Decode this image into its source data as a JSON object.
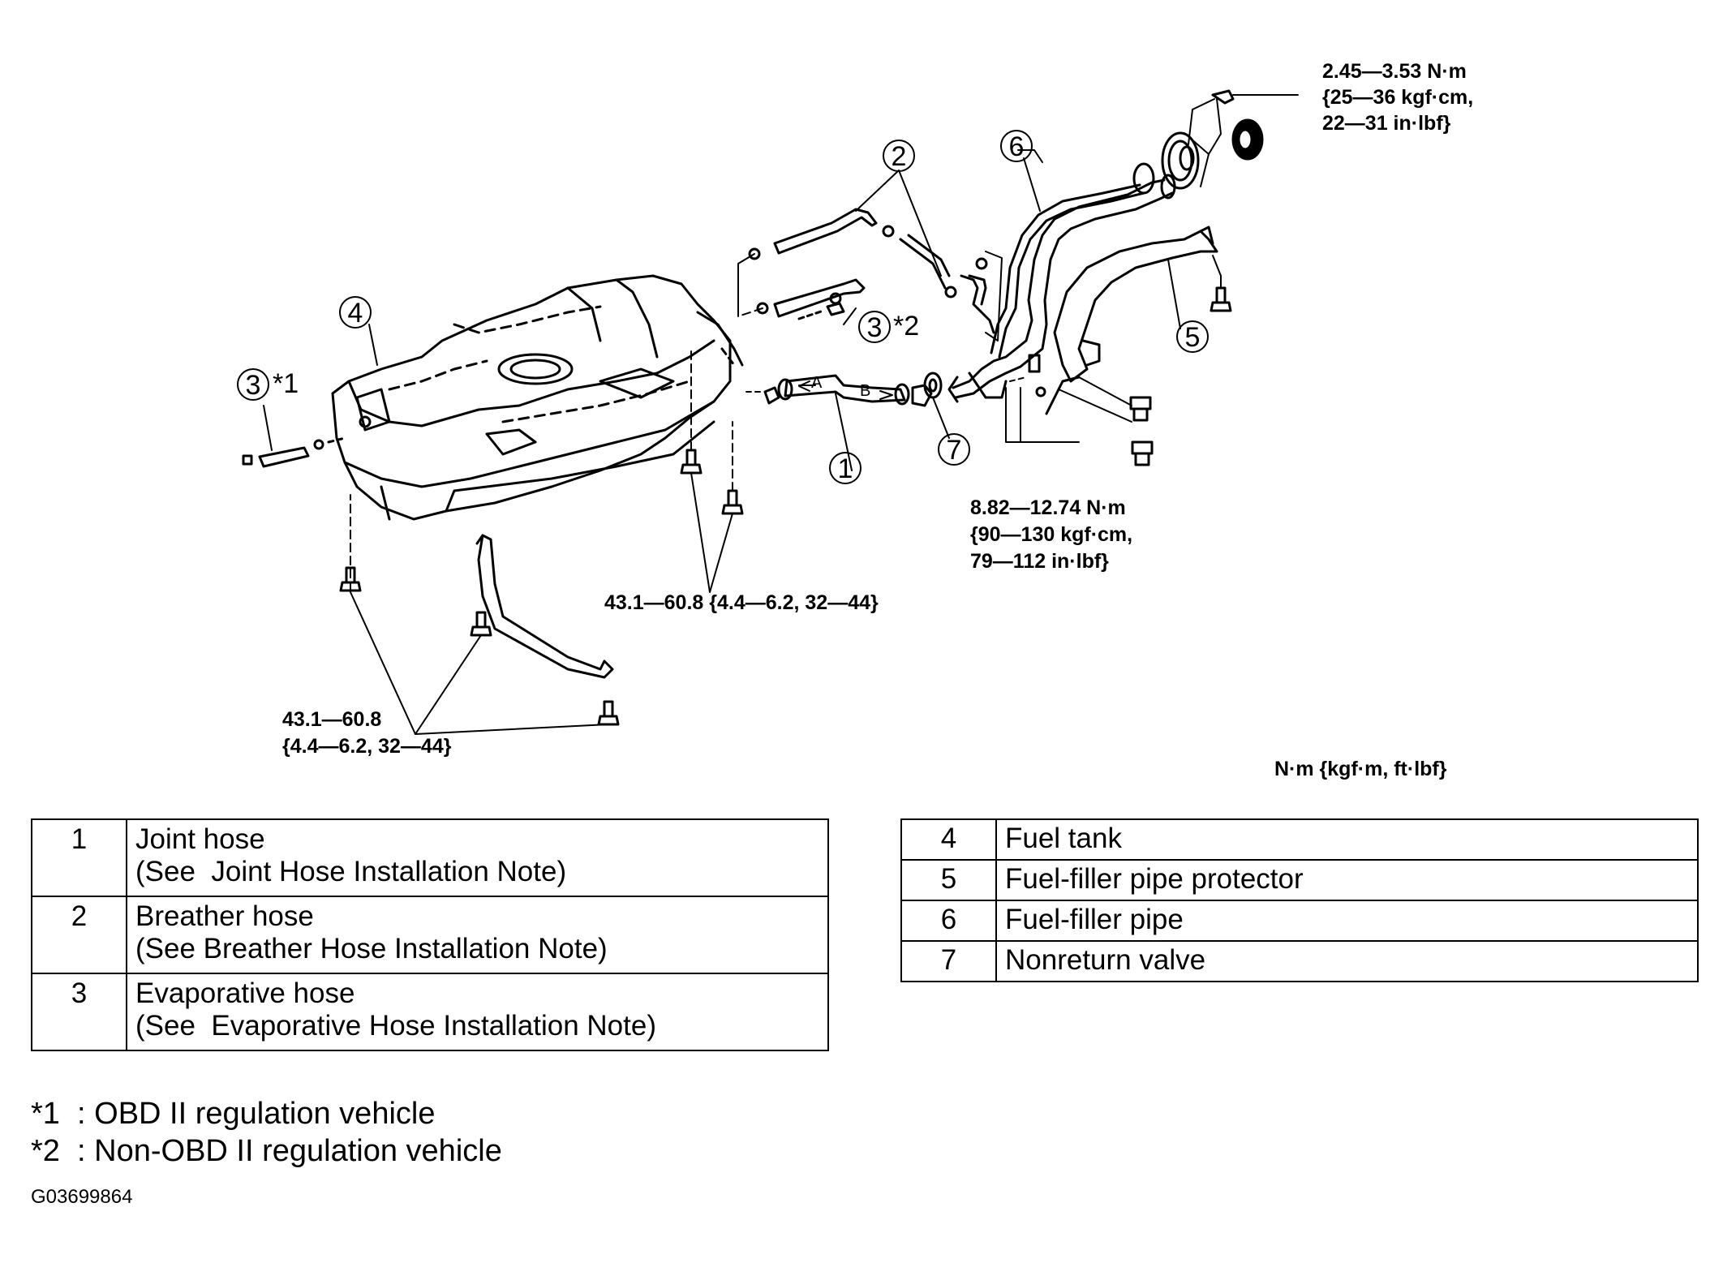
{
  "callouts": {
    "c1": "1",
    "c2": "2",
    "c3a": "3",
    "c3a_note": "*1",
    "c3b": "3",
    "c3b_note": "*2",
    "c4": "4",
    "c5": "5",
    "c6": "6",
    "c7": "7",
    "arrow_a": "A",
    "arrow_b": "B"
  },
  "torque_specs": {
    "filler_screw": [
      "2.45—3.53 N·m",
      "{25—36 kgf·cm,",
      "22—31 in·lbf}"
    ],
    "protector_bolts": [
      "8.82—12.74 N·m",
      "{90—130 kgf·cm,",
      "79—112 in·lbf}"
    ],
    "tank_bolts_center": "43.1—60.8 {4.4—6.2, 32—44}",
    "tank_bolts_left": [
      "43.1—60.8",
      "{4.4—6.2, 32—44}"
    ]
  },
  "units_legend": "N·m {kgf·m, ft·lbf}",
  "parts_left": [
    {
      "num": "1",
      "name": "Joint hose",
      "note": "(See  Joint Hose Installation Note)"
    },
    {
      "num": "2",
      "name": "Breather hose",
      "note": "(See Breather Hose Installation Note)"
    },
    {
      "num": "3",
      "name": "Evaporative hose",
      "note": "(See  Evaporative Hose Installation Note)"
    }
  ],
  "parts_right": [
    {
      "num": "4",
      "name": "Fuel tank"
    },
    {
      "num": "5",
      "name": "Fuel-filler pipe protector"
    },
    {
      "num": "6",
      "name": "Fuel-filler pipe"
    },
    {
      "num": "7",
      "name": "Nonreturn valve"
    }
  ],
  "footnotes": [
    "*1  : OBD II regulation vehicle",
    "*2  : Non-OBD II regulation vehicle"
  ],
  "figure_id": "G03699864"
}
